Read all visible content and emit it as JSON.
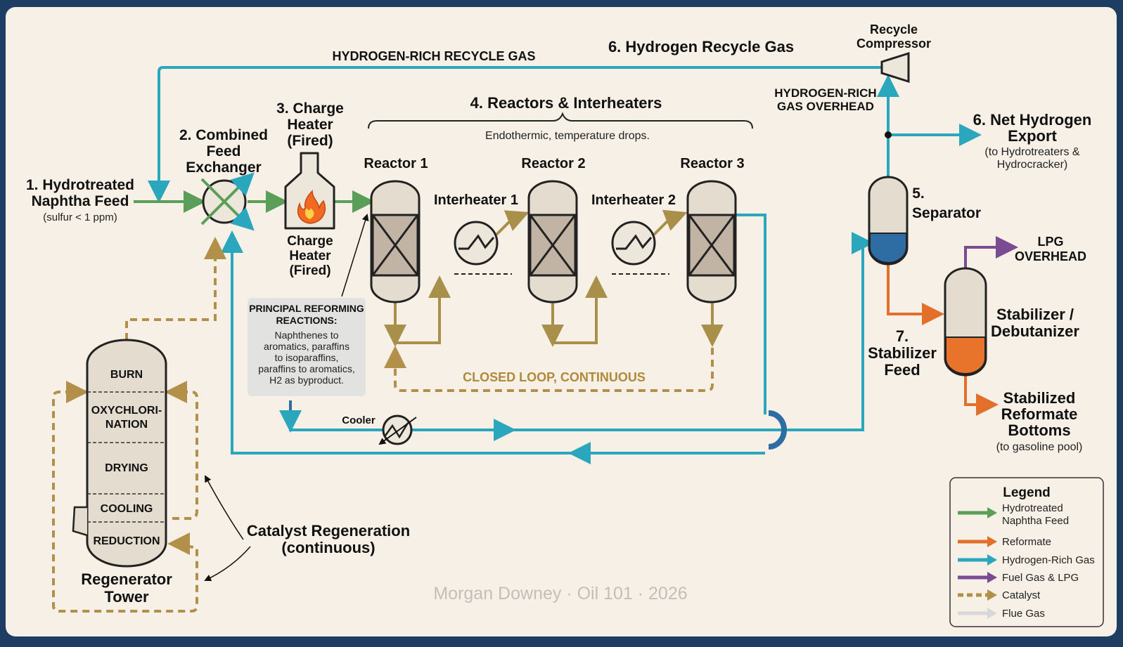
{
  "labels": {
    "feed_title_1": "1. Hydrotreated",
    "feed_title_2": "Naphtha Feed",
    "feed_sub": "(sulfur < 1 ppm)",
    "exchanger_1": "2. Combined",
    "exchanger_2": "Feed",
    "exchanger_3": "Exchanger",
    "heater_top_1": "3. Charge",
    "heater_top_2": "Heater",
    "heater_top_3": "(Fired)",
    "heater_bot_1": "Charge",
    "heater_bot_2": "Heater",
    "heater_bot_3": "(Fired)",
    "reactors_title": "4. Reactors & Interheaters",
    "reactors_sub": "Endothermic, temperature drops.",
    "reactor1": "Reactor 1",
    "reactor2": "Reactor 2",
    "reactor3": "Reactor 3",
    "interheater1": "Interheater 1",
    "interheater2": "Interheater 2",
    "recycle_top": "HYDROGEN-RICH RECYCLE GAS",
    "recycle_title": "6. Hydrogen Recycle Gas",
    "compressor_1": "Recycle",
    "compressor_2": "Compressor",
    "overhead_1": "HYDROGEN-RICH",
    "overhead_2": "GAS OVERHEAD",
    "net_h2_1": "6. Net Hydrogen",
    "net_h2_2": "Export",
    "net_h2_3": "(to Hydrotreaters &",
    "net_h2_4": "Hydrocracker)",
    "separator_1": "5.",
    "separator_2": "Separator",
    "lpg_1": "LPG",
    "lpg_2": "OVERHEAD",
    "stabilizer_1": "Stabilizer /",
    "stabilizer_2": "Debutanizer",
    "stab_feed_1": "7.",
    "stab_feed_2": "Stabilizer",
    "stab_feed_3": "Feed",
    "bottoms_1": "Stabilized",
    "bottoms_2": "Reformate",
    "bottoms_3": "Bottoms",
    "bottoms_4": "(to gasoline pool)",
    "reactions_1": "PRINCIPAL REFORMING",
    "reactions_2": "REACTIONS:",
    "reactions_3": "Naphthenes to",
    "reactions_4": "aromatics, paraffins",
    "reactions_5": "to isoparaffins,",
    "reactions_6": "paraffins to aromatics,",
    "reactions_7": "H2 as byproduct.",
    "cooler": "Cooler",
    "closed_loop": "CLOSED LOOP, CONTINUOUS",
    "regen_burn": "BURN",
    "regen_oxy_1": "OXYCHLORI-",
    "regen_oxy_2": "NATION",
    "regen_drying": "DRYING",
    "regen_cooling": "COOLING",
    "regen_reduction": "REDUCTION",
    "regen_tower_1": "Regenerator",
    "regen_tower_2": "Tower",
    "catalyst_regen_1": "Catalyst Regeneration",
    "catalyst_regen_2": "(continuous)",
    "credit": "Morgan Downey · Oil 101 · 2026"
  },
  "legend": {
    "title": "Legend",
    "items": [
      {
        "line1": "Hydrotreated",
        "line2": "Naphtha Feed",
        "color": "#5a9e58",
        "style": "solid"
      },
      {
        "line1": "Reformate",
        "line2": "",
        "color": "#e2702a",
        "style": "solid"
      },
      {
        "line1": "Hydrogen-Rich Gas",
        "line2": "",
        "color": "#2aa6bd",
        "style": "solid"
      },
      {
        "line1": "Fuel Gas & LPG",
        "line2": "",
        "color": "#7a4a92",
        "style": "solid"
      },
      {
        "line1": "Catalyst",
        "line2": "",
        "color": "#b3904a",
        "style": "dashed"
      },
      {
        "line1": "Flue Gas",
        "line2": "",
        "color": "#d8d8d8",
        "style": "solid"
      }
    ]
  },
  "colors": {
    "background": "#f6f0e6",
    "frame": "#1d3d63",
    "feed": "#5a9e58",
    "reformate": "#e2702a",
    "hydrogen": "#2aa6bd",
    "lpg": "#7a4a92",
    "catalyst": "#b3904a",
    "reactor_flow": "#a9904a",
    "separator_liquid": "#2e6da4",
    "flame": "#f26a21"
  }
}
